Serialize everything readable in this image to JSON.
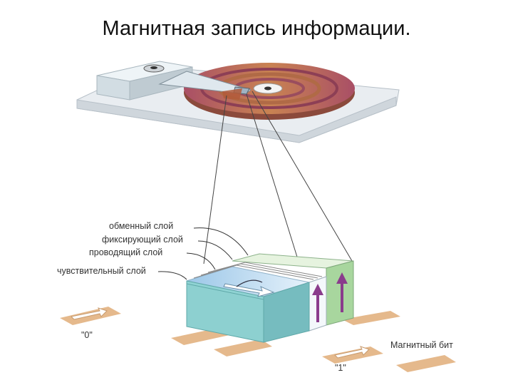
{
  "title": "Магнитная запись информации.",
  "layer_labels": {
    "exchange": "обменный слой",
    "fixing": "фиксирующий слой",
    "conducting": "проводящий слой",
    "sensitive": "чувствительный слой"
  },
  "bit_label": "Магнитный бит",
  "bit_zero": "\"0\"",
  "bit_one": "\"1\"",
  "colors": {
    "disk_outer": "#c77f52",
    "disk_inner": "#a9546a",
    "block_teal": "#8fd3d3",
    "block_green": "#a9d8a0",
    "arrow_purple": "#8a3c8c",
    "bit_tan": "#e5b98c"
  }
}
